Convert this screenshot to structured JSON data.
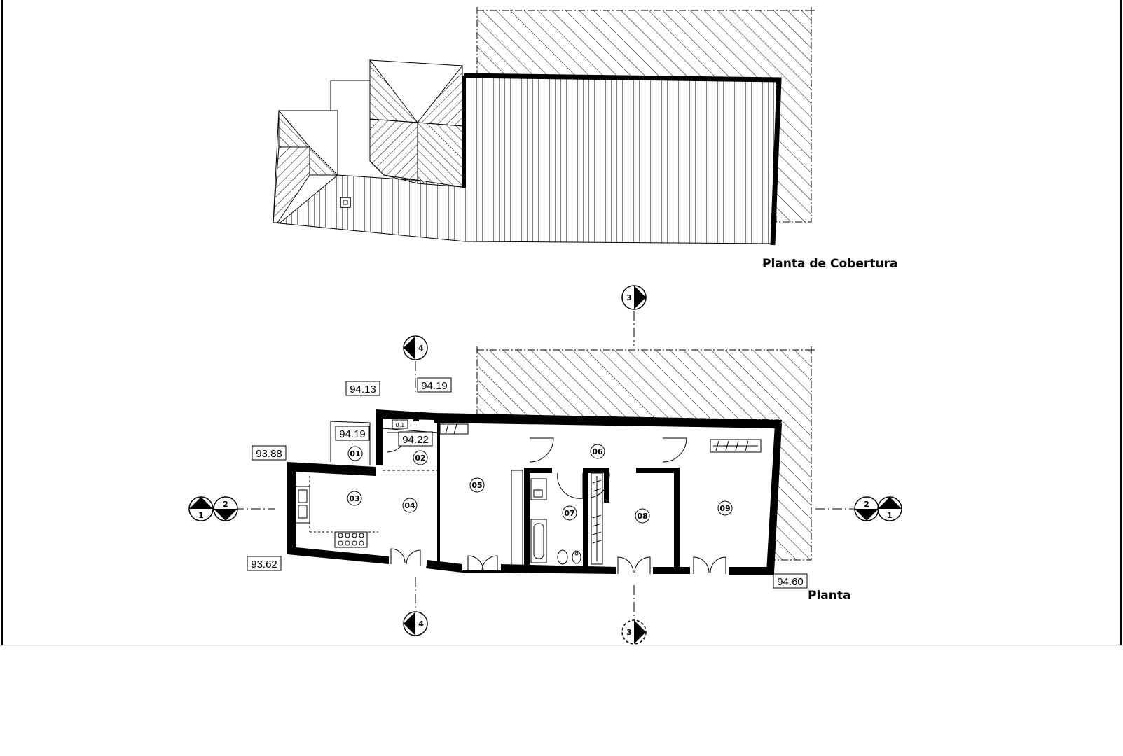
{
  "titles": {
    "roof_plan": "Planta de Cobertura",
    "floor_plan": "Planta"
  },
  "levels": [
    "94.13",
    "94.19",
    "94.19",
    "94.22",
    "93.88",
    "93.62",
    "94.60"
  ],
  "rooms": [
    "01",
    "02",
    "03",
    "04",
    "05",
    "06",
    "07",
    "08",
    "09"
  ],
  "section_marks": {
    "s1": "1",
    "s2": "2",
    "s3": "3",
    "s4": "4"
  },
  "small_label": "0.1",
  "colors": {
    "line": "#000000",
    "background": "#ffffff",
    "divider": "#cccccc"
  }
}
